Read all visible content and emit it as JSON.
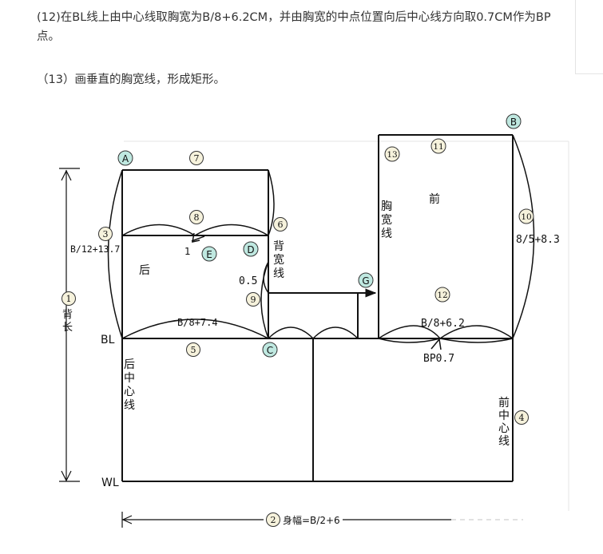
{
  "text": {
    "p1": "(12)在BL线上由中心线取胸宽为B/8+6.2CM，并由胸宽的中点位置向后中心线方向取0.7CM作为BP点。",
    "p2": "（13）画垂直的胸宽线，形成矩形。"
  },
  "markers": {
    "A": "A",
    "B": "B",
    "C": "C",
    "D": "D",
    "E": "E",
    "G": "G",
    "n1": "1",
    "n2": "2",
    "n3": "3",
    "n4": "4",
    "n5": "5",
    "n6": "6",
    "n7": "7",
    "n8": "8",
    "n9": "9",
    "n10": "10",
    "n11": "11",
    "n12": "12",
    "n13": "13"
  },
  "labels": {
    "bl": "BL",
    "wl": "WL",
    "back_length_v": [
      "背",
      "长"
    ],
    "back_panel": "后",
    "front_panel": "前",
    "back_width_v": [
      "背",
      "宽",
      "线"
    ],
    "chest_width_v": [
      "胸",
      "宽",
      "线"
    ],
    "back_center_v": [
      "后",
      "中",
      "心",
      "线"
    ],
    "front_center_v": [
      "前",
      "中",
      "心",
      "线"
    ],
    "b12": "B/12+13.7",
    "b8_74": "B/8+7.4",
    "b8_62": "B/8+6.2",
    "b5": "8/5+8.3",
    "v05": "0.5",
    "v1": "1",
    "bp": "BP0.7",
    "body_width": "身幅=B/2+6"
  },
  "colors": {
    "yellow_marker": "#f6f2dc",
    "teal_marker": "#bfe8e0",
    "marker_stroke": "#333333",
    "line": "#111111"
  }
}
